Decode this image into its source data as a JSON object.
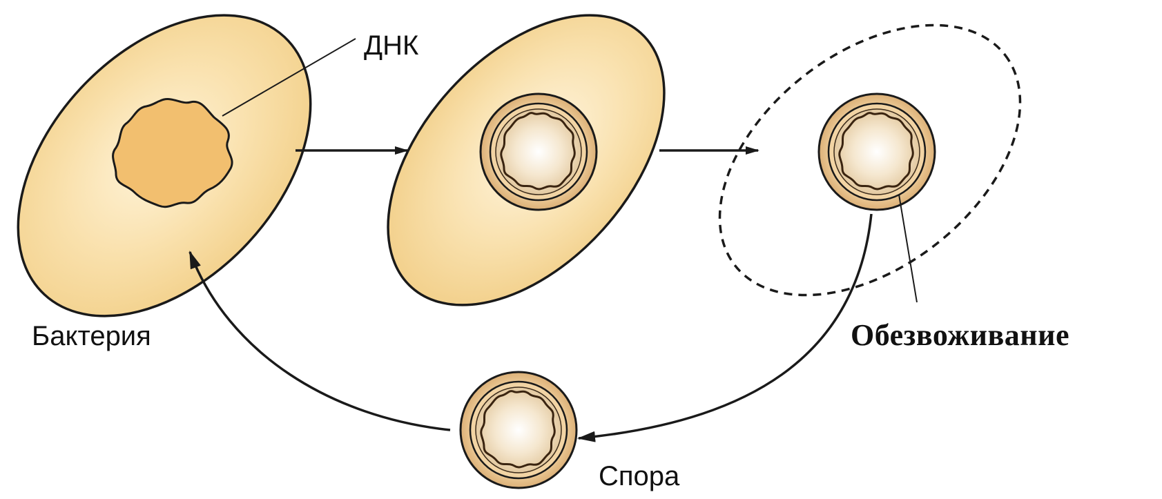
{
  "labels": {
    "dna": "ДНК",
    "bacteria": "Бактерия",
    "spore": "Спора",
    "dehydration": "Обезвоживание"
  },
  "colors": {
    "cell_fill": "#f7dca2",
    "cell_highlight": "#fff5dc",
    "dna_fill": "#f1be6e",
    "spore_coat": "#e8c28a",
    "spore_core": "#fffaf0",
    "outline": "#1a1a1a"
  }
}
